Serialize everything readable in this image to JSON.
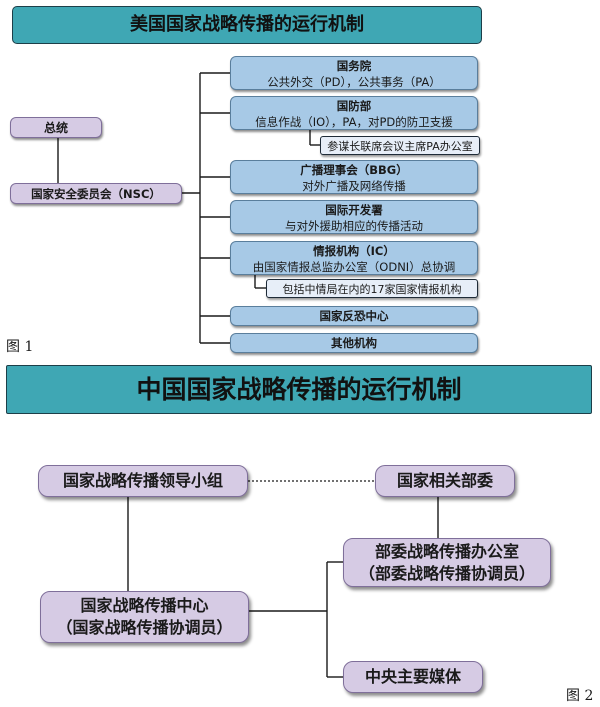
{
  "figure1": {
    "title": "美国国家战略传播的运行机制",
    "caption": "图 1",
    "president": "总统",
    "nsc": "国家安全委员会（NSC）",
    "agencies": [
      {
        "name": "国务院",
        "desc": "公共外交（PD），公共事务（PA）"
      },
      {
        "name": "国防部",
        "desc": "信息作战（IO），PA，对PD的防卫支援"
      },
      {
        "name": "广播理事会（BBG）",
        "desc": "对外广播及网络传播"
      },
      {
        "name": "国际开发署",
        "desc": "与对外援助相应的传播活动"
      },
      {
        "name": "情报机构（IC）",
        "desc": "由国家情报总监办公室（ODNI）总协调"
      },
      {
        "name": "国家反恐中心",
        "desc": ""
      },
      {
        "name": "其他机构",
        "desc": ""
      }
    ],
    "sub_notes": {
      "defense": "参谋长联席会议主席PA办公室",
      "intel": "包括中情局在内的17家国家情报机构"
    }
  },
  "figure2": {
    "title": "中国国家战略传播的运行机制",
    "caption": "图 2",
    "leading_group": "国家战略传播领导小组",
    "ministries": "国家相关部委",
    "ministry_office_line1": "部委战略传播办公室",
    "ministry_office_line2": "（部委战略传播协调员）",
    "center_line1": "国家战略传播中心",
    "center_line2": "（国家战略传播协调员）",
    "media": "中央主要媒体"
  },
  "colors": {
    "banner": "#3fa7b4",
    "agency_box": "#a7c9e6",
    "lavender_box": "#d6cbe4",
    "note_box": "#e7eef8"
  }
}
